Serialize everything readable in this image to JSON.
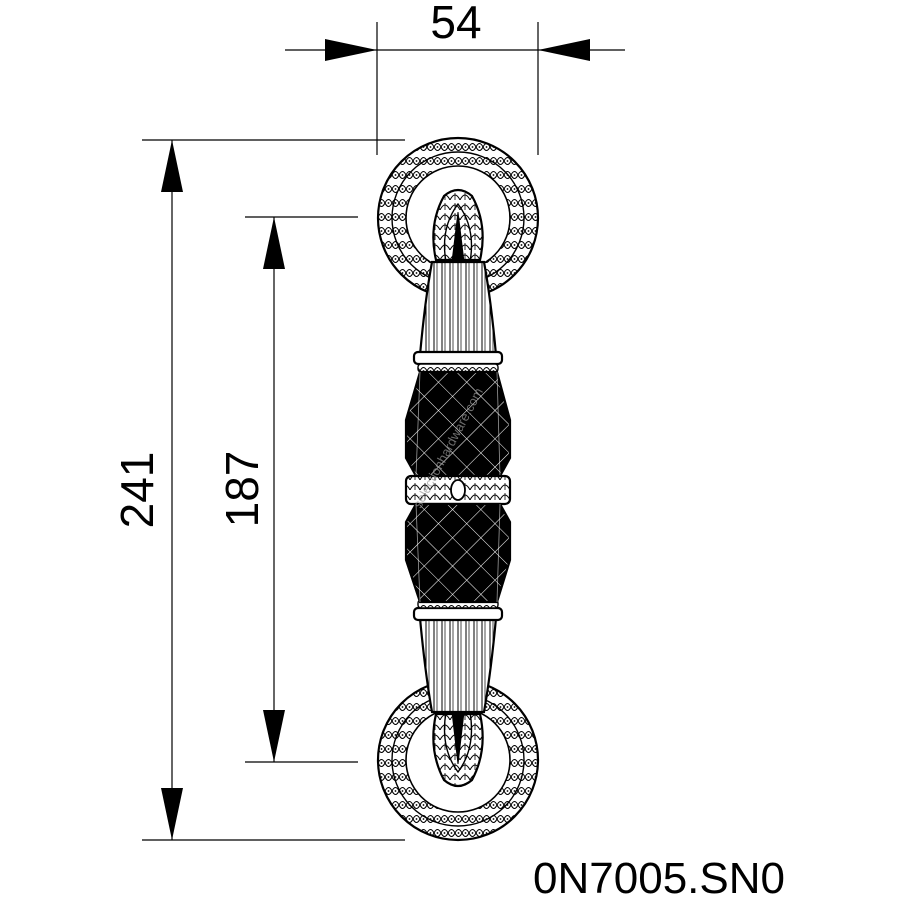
{
  "dimensions": {
    "width": "54",
    "overall_length": "241",
    "center_distance": "187"
  },
  "product_code": "0N7005.SN0",
  "watermark": "selectionhardware.com",
  "colors": {
    "line": "#000000",
    "background": "#ffffff",
    "glass": "#000000",
    "metal": "#ffffff"
  }
}
